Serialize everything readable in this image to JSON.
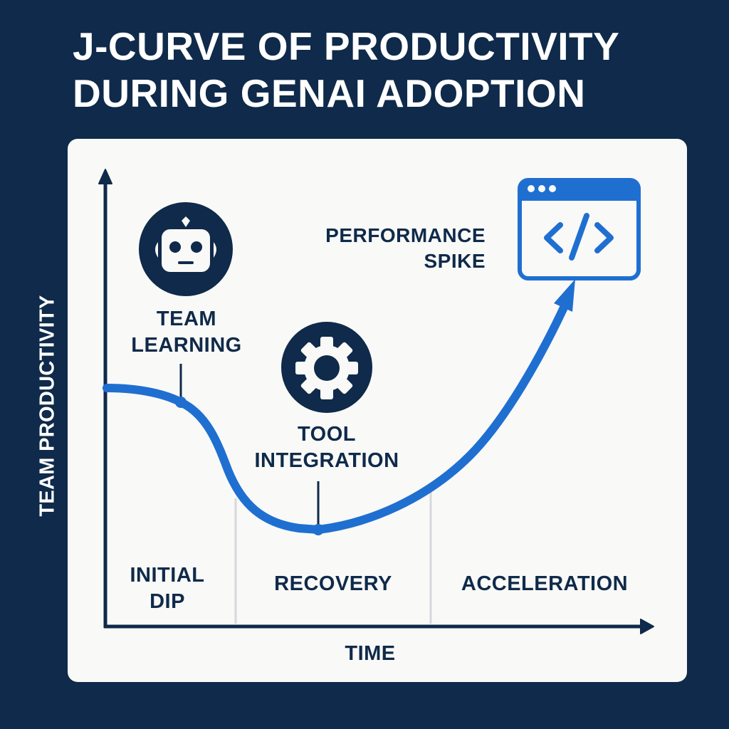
{
  "title": {
    "line1": "J-CURVE OF PRODUCTIVITY",
    "line2": "DURING GENAI ADOPTION"
  },
  "axes": {
    "y_label": "TEAM PRODUCTIVITY",
    "x_label": "TIME"
  },
  "phases": [
    {
      "line1": "INITIAL",
      "line2": "DIP"
    },
    {
      "line1": "RECOVERY"
    },
    {
      "line1": "ACCELERATION"
    }
  ],
  "annotations": {
    "team_learning": {
      "line1": "TEAM",
      "line2": "LEARNING",
      "icon": "robot-icon"
    },
    "tool_integration": {
      "line1": "TOOL",
      "line2": "INTEGRATION",
      "icon": "gear-icon"
    },
    "performance_spike": {
      "line1": "PERFORMANCE",
      "line2": "SPIKE",
      "icon": "code-window-icon"
    }
  },
  "colors": {
    "background": "#0f2a4a",
    "panel": "#f9f9f7",
    "curve": "#1f6fd1",
    "ink": "#0f2a4a",
    "divider": "#d6d8dc"
  }
}
